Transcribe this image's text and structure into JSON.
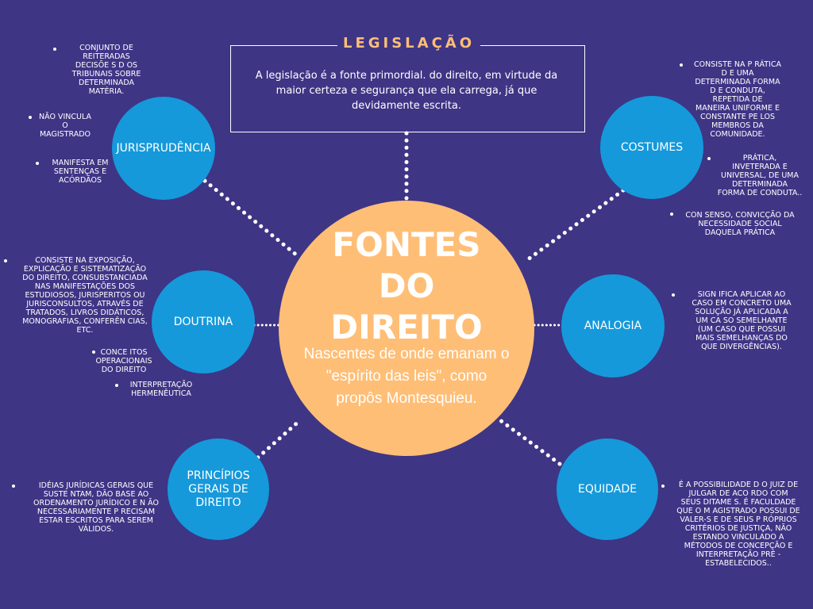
{
  "legislacao": {
    "title": "LEGISLAÇÃO",
    "text": "A legislação é a fonte primordial. do direito, em virtude da maior certeza e segurança que ela carrega, já que devidamente escrita."
  },
  "center": {
    "title_lines": [
      "FONTES",
      "DO",
      "DIREITO"
    ],
    "subtitle_lines": [
      "Nascentes de onde emanam o",
      "\"espírito das leis\", como",
      "propôs Montesquieu."
    ]
  },
  "nodes": {
    "jurisprudencia": "JURISPRUDÊNCIA",
    "costumes": "COSTUMES",
    "doutrina": "DOUTRINA",
    "analogia": "ANALOGIA",
    "principios": [
      "PRINCÍPIOS",
      "GERAIS DE",
      "DIREITO"
    ],
    "equidade": "EQUIDADE"
  },
  "notes": {
    "jur_1": [
      "CONJUNTO DE",
      "REITERADAS",
      "DECISÕE S  D OS",
      "TRIBUNAIS SOBRE",
      "DETERMINADA",
      "MATÉRIA."
    ],
    "jur_2": [
      "NÃO VINCULA",
      "O",
      "MAGISTRADO"
    ],
    "jur_3": [
      "MANIFESTA EM",
      "SENTENÇAS E",
      "ACÓRDÃOS"
    ],
    "cos_1": [
      "CONSISTE  NA  P RÁTICA",
      "D E  UMA",
      "DETERMINADA FORMA",
      "D E  CONDUTA,",
      "REPETIDA  DE",
      "MANEIRA  UNIFORME  E",
      "CONSTANTE  PE LOS",
      "MEMBROS  DA",
      "COMUNIDADE."
    ],
    "cos_2": [
      "PRÁTICA,",
      "INVETERADA E",
      "UNIVERSAL, DE UMA",
      "DETERMINADA",
      "FORMA DE CONDUTA.."
    ],
    "cos_3": [
      "CON SENSO,  CONVICÇÃO DA",
      "NECESSIDADE SOCIAL",
      "DAQUELA PRÁTICA"
    ],
    "dou_1": [
      "CONSISTE  NA  EXPOSIÇÃO,",
      "EXPLICAÇÃO  E  SISTEMATIZAÇÃO",
      "DO DIREITO,  CONSUBSTANCIADA",
      "NAS  MANIFESTAÇÕES  DOS",
      "ESTUDIOSOS,  JURISPERITOS  OU",
      "JURISCONSULTOS, ATRAVÉS DE",
      "TRATADOS, LIVROS DIDÁTICOS,",
      "MONOGRAFIAS, CONFERÊN CIAS,",
      "ETC."
    ],
    "dou_2": [
      "CONCE ITOS",
      "OPERACIONAIS",
      "DO  DIREITO"
    ],
    "dou_3": [
      "INTERPRETAÇÃO",
      "HERMENÊUTICA"
    ],
    "ana_1": [
      "SIGN IFICA  APLICAR  AO",
      "CASO  EM  CONCRETO   UMA",
      "SOLUÇÃO  JÁ  APLICADA  A",
      "UM  CA SO  SEMELHANTE",
      "(UM  CASO  QUE  POSSUI",
      "MAIS  SEMELHANÇAS  DO",
      "QUE DIVERGÊNCIAS)."
    ],
    "pri_1": [
      "IDÉIAS  JURÍDICAS  GERAIS  QUE",
      "SUSTE NTAM,  DÃO  BASE  AO",
      "ORDENAMENTO  JURÍDICO  E   N ÃO",
      "NECESSARIAMENTE   P RECISAM",
      "ESTAR  ESCRITOS  PARA  SEREM",
      "VÁLIDOS."
    ],
    "equ_1": [
      "É  A  POSSIBILIDADE  D O  JUIZ  DE",
      "JULGAR  DE  ACO RDO  COM",
      "SEUS  DITAME S.  É  FACULDADE",
      "QUE O M AGISTRADO POSSUI DE",
      "VALER-S E DE SEUS P RÓPRIOS",
      "CRITÉRIOS DE JUSTIÇA,  NÃO",
      "ESTANDO VINCULADO A",
      "MÉTODOS DE CONCEPÇÃO E",
      "INTERPRETAÇÃO PRÉ -",
      "ESTABELECIDOS.."
    ]
  },
  "colors": {
    "background": "#3e3585",
    "node": "#1599db",
    "center": "#ffbe76",
    "accent_title": "#ffbe76",
    "text": "#ffffff"
  }
}
